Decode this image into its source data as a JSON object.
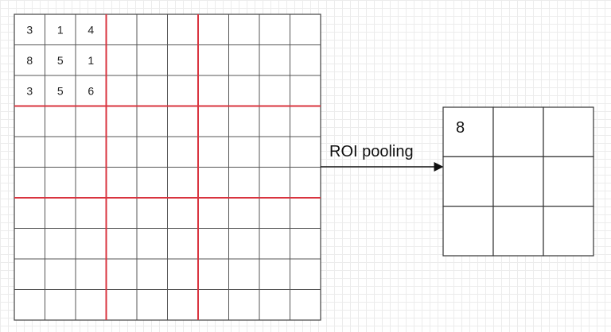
{
  "input_grid": {
    "rows": 10,
    "cols": 10,
    "values": [
      [
        "3",
        "1",
        "4"
      ],
      [
        "8",
        "5",
        "1"
      ],
      [
        "3",
        "5",
        "6"
      ]
    ],
    "grid_color": "#555555",
    "pool_line_color": "#d9343f"
  },
  "operation": {
    "label": "ROI pooling"
  },
  "output_grid": {
    "rows": 3,
    "cols": 3,
    "values": [
      [
        "8"
      ]
    ]
  }
}
